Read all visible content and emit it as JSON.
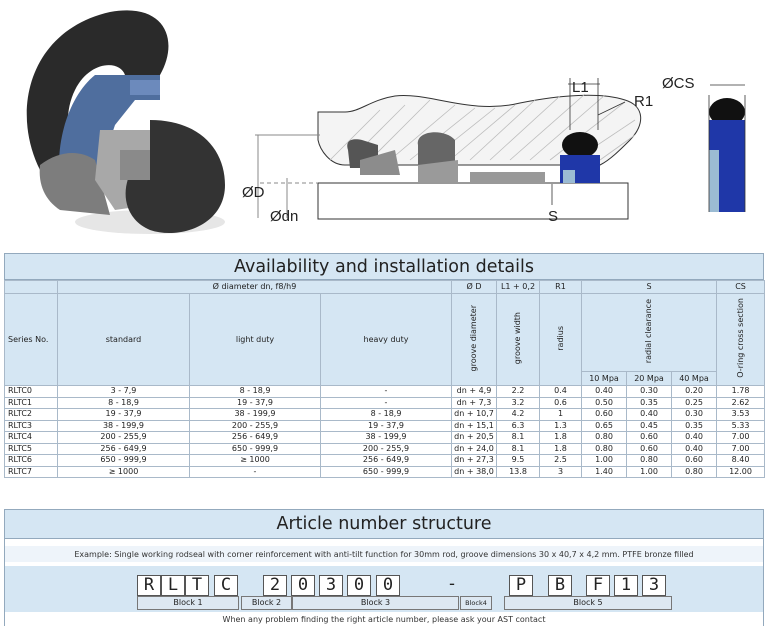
{
  "figure": {
    "labels": {
      "l1": "L1",
      "r1": "R1",
      "cs": "ØCS",
      "d": "ØD",
      "dn": "Ødn",
      "s": "S"
    }
  },
  "availability": {
    "title": "Availability and installation details",
    "header_top": {
      "diam": "Ø diameter dn, f8/h9",
      "d": "Ø D",
      "l1": "L1 + 0,2",
      "r1": "R1",
      "s": "S",
      "cs": "CS"
    },
    "header_mid": {
      "series": "Series No.",
      "standard": "standard",
      "light": "light duty",
      "heavy": "heavy duty",
      "groove_d": "groove diameter",
      "groove_w": "groove width",
      "radius": "radius",
      "radial": "radial clearance",
      "oring": "O-ring cross section"
    },
    "pressures": [
      "10 Mpa",
      "20 Mpa",
      "40 Mpa"
    ],
    "rows": [
      [
        "RLTC0",
        "3 - 7,9",
        "8 - 18,9",
        "-",
        "dn + 4,9",
        "2.2",
        "0.4",
        "0.40",
        "0.30",
        "0.20",
        "1.78"
      ],
      [
        "RLTC1",
        "8 - 18,9",
        "19 - 37,9",
        "-",
        "dn + 7,3",
        "3.2",
        "0.6",
        "0.50",
        "0.35",
        "0.25",
        "2.62"
      ],
      [
        "RLTC2",
        "19 - 37,9",
        "38 - 199,9",
        "8 - 18,9",
        "dn + 10,7",
        "4.2",
        "1",
        "0.60",
        "0.40",
        "0.30",
        "3.53"
      ],
      [
        "RLTC3",
        "38 - 199,9",
        "200 - 255,9",
        "19 - 37,9",
        "dn + 15,1",
        "6.3",
        "1.3",
        "0.65",
        "0.45",
        "0.35",
        "5.33"
      ],
      [
        "RLTC4",
        "200 - 255,9",
        "256 - 649,9",
        "38 - 199,9",
        "dn + 20,5",
        "8.1",
        "1.8",
        "0.80",
        "0.60",
        "0.40",
        "7.00"
      ],
      [
        "RLTC5",
        "256 - 649,9",
        "650 - 999,9",
        "200 - 255,9",
        "dn + 24,0",
        "8.1",
        "1.8",
        "0.80",
        "0.60",
        "0.40",
        "7.00"
      ],
      [
        "RLTC6",
        "650 - 999,9",
        "≥ 1000",
        "256 - 649,9",
        "dn + 27,3",
        "9.5",
        "2.5",
        "1.00",
        "0.80",
        "0.60",
        "8.40"
      ],
      [
        "RLTC7",
        "≥ 1000",
        "-",
        "650 - 999,9",
        "dn + 38,0",
        "13.8",
        "3",
        "1.40",
        "1.00",
        "0.80",
        "12.00"
      ]
    ]
  },
  "article": {
    "title": "Article number structure",
    "example": "Example:  Single working rodseal with corner reinforcement with anti-tilt function for 30mm rod, groove dimensions 30 x 40,7 x 4,2 mm. PTFE bronze filled",
    "chars": [
      "R",
      "L",
      "T",
      "C",
      "2",
      "0",
      "3",
      "0",
      "0",
      "-",
      "P",
      "B",
      "F",
      "1",
      "3"
    ],
    "blocks": [
      "Block 1",
      "Block 2",
      "Block 3",
      "Block4",
      "Block 5"
    ],
    "footer": "When any problem finding the right article number, please ask your AST contact"
  }
}
